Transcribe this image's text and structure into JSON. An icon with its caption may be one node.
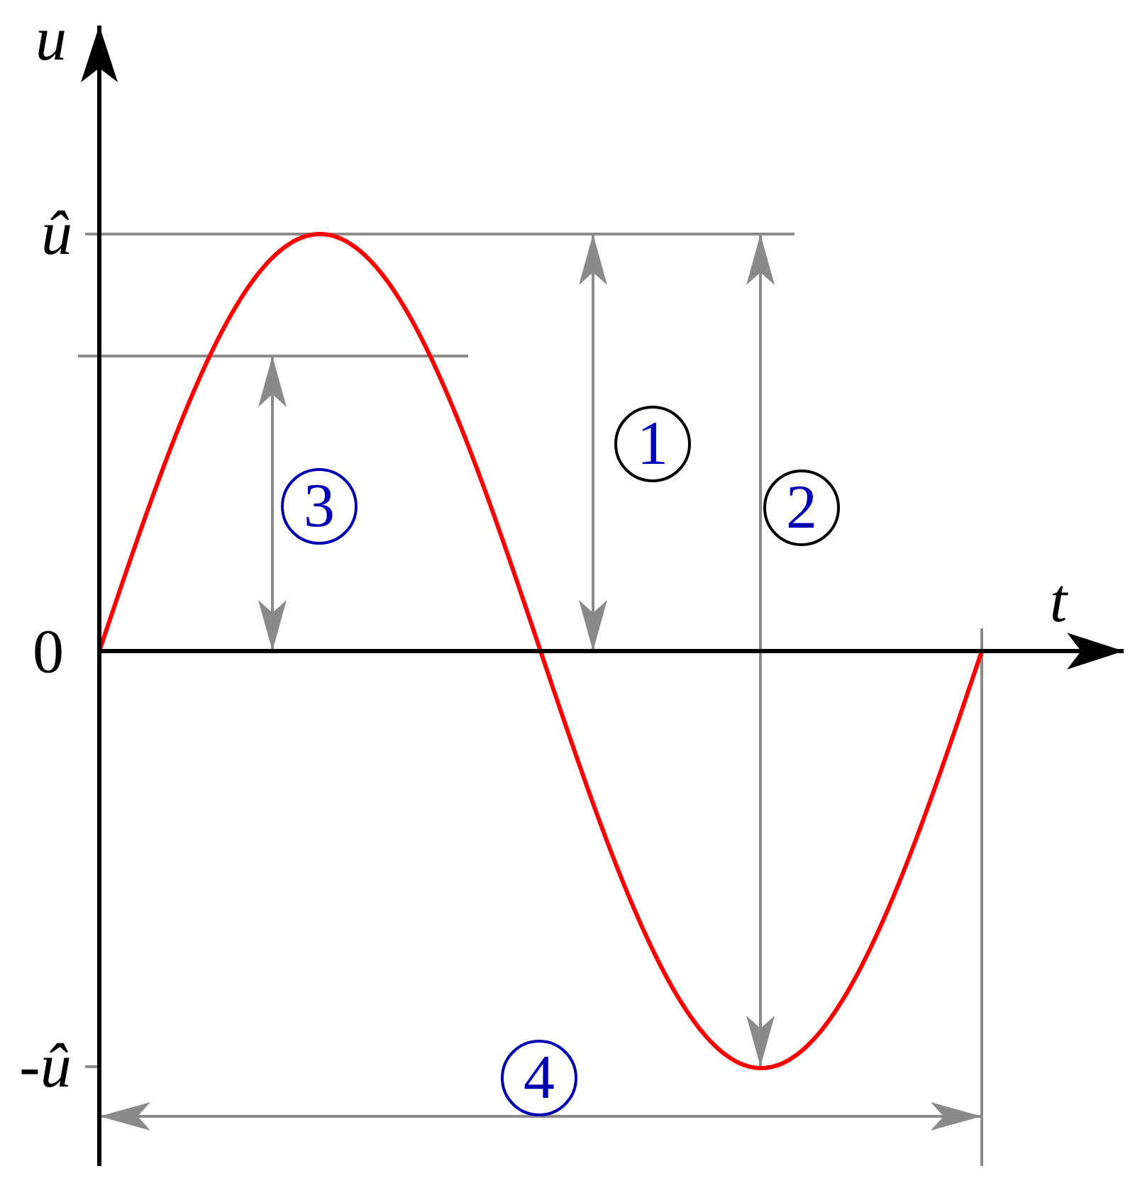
{
  "diagram": {
    "nodes": [
      {
        "text": [
          "1"
        ]
      },
      {
        "text": [
          "2"
        ]
      },
      {
        "text": [
          "3"
        ]
      },
      {
        "text": [
          "4"
        ]
      }
    ],
    "labels": [
      "u",
      "û",
      "t",
      "0",
      "-û"
    ]
  }
}
